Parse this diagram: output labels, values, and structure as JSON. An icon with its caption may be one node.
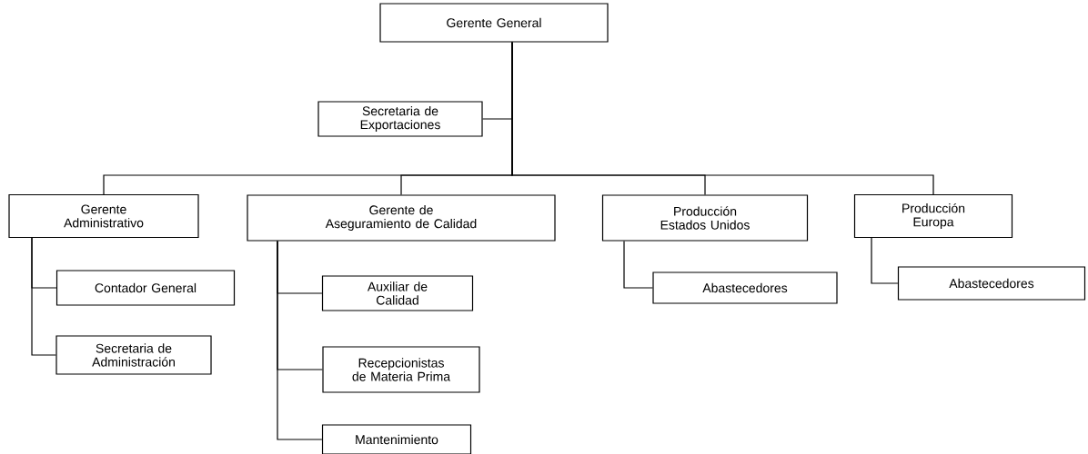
{
  "diagram": {
    "nodes": [
      {
        "text": [
          "Gerente General"
        ]
      },
      {
        "text": [
          "Secretaria de Exportaciones"
        ]
      },
      {
        "text": [
          "Gerente Administrativo"
        ]
      },
      {
        "text": [
          "Gerente de Aseguramiento de Calidad"
        ]
      },
      {
        "text": [
          "Producción Estados Unidos"
        ]
      },
      {
        "text": [
          "Producción Europa"
        ]
      },
      {
        "text": [
          "Contador General"
        ]
      },
      {
        "text": [
          "Secretaria de Administración"
        ]
      },
      {
        "text": [
          "Auxiliar de Calidad"
        ]
      },
      {
        "text": [
          "Recepcionistas de Materia Prima"
        ]
      },
      {
        "text": [
          "Mantenimiento"
        ]
      },
      {
        "text": [
          "Abastecedores"
        ]
      },
      {
        "text": [
          "Abastecedores"
        ]
      }
    ],
    "edges": [
      {
        "from": 0,
        "to": 1,
        "arrow": "none"
      },
      {
        "from": 0,
        "to": 2,
        "arrow": "none"
      },
      {
        "from": 0,
        "to": 3,
        "arrow": "none"
      },
      {
        "from": 0,
        "to": 4,
        "arrow": "none"
      },
      {
        "from": 0,
        "to": 5,
        "arrow": "none"
      },
      {
        "from": 2,
        "to": 6,
        "arrow": "none"
      },
      {
        "from": 2,
        "to": 7,
        "arrow": "none"
      },
      {
        "from": 3,
        "to": 8,
        "arrow": "none"
      },
      {
        "from": 3,
        "to": 9,
        "arrow": "none"
      },
      {
        "from": 3,
        "to": 10,
        "arrow": "none"
      },
      {
        "from": 4,
        "to": 11,
        "arrow": "none"
      },
      {
        "from": 5,
        "to": 12,
        "arrow": "none"
      }
    ]
  }
}
